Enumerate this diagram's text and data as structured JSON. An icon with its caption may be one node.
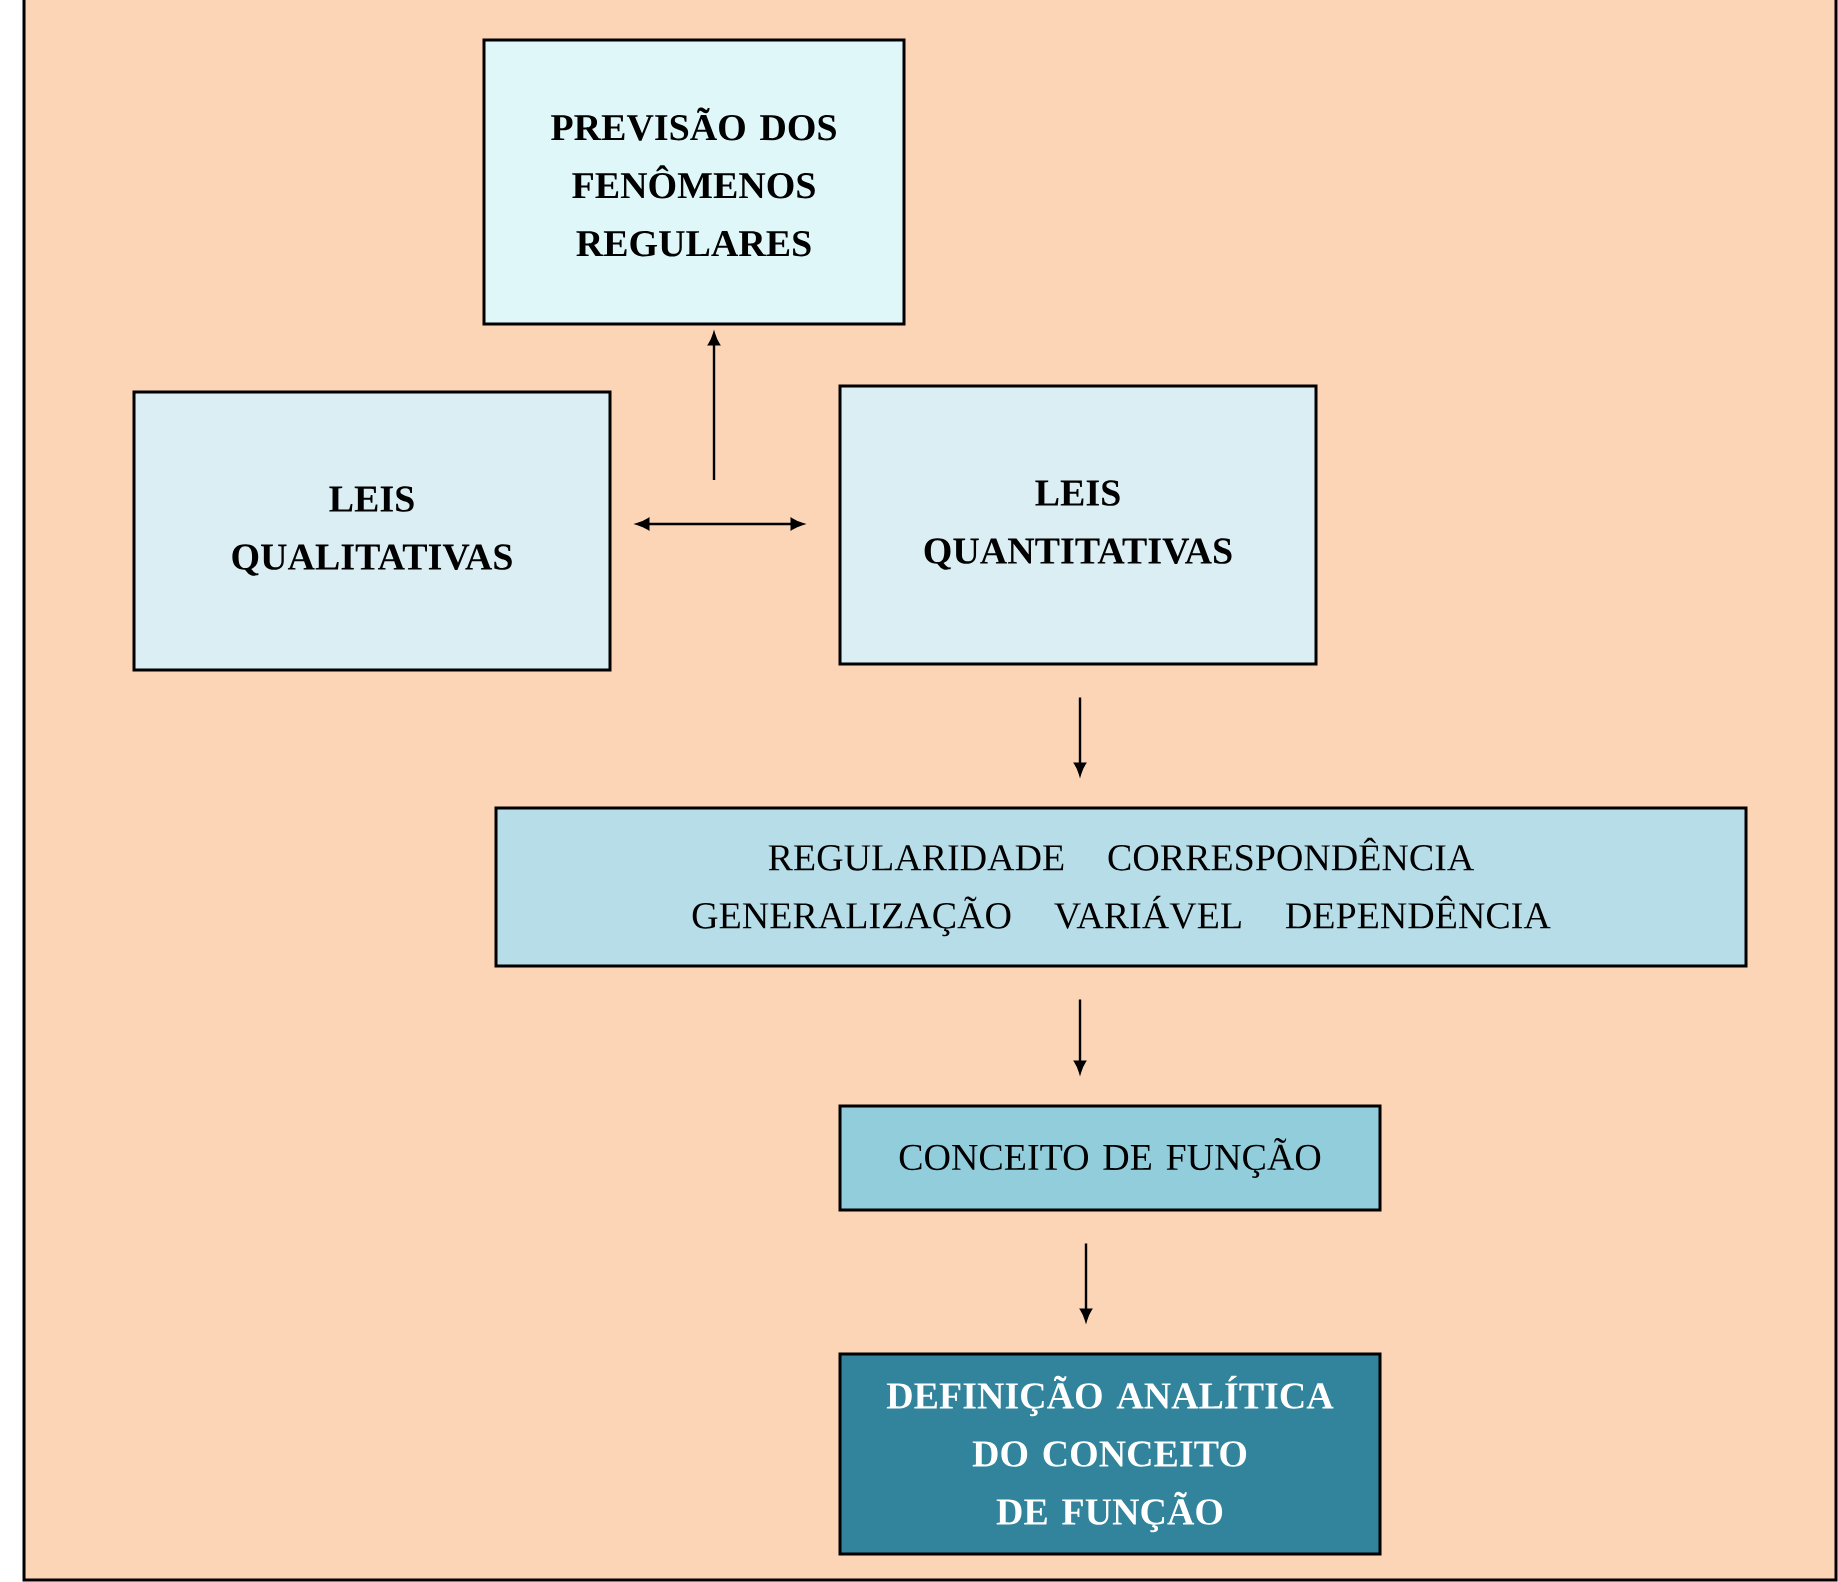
{
  "diagram": {
    "nodes": [
      {
        "text": [
          "PREVISÃO DOS FENÔMENOS REGULARES"
        ]
      },
      {
        "text": [
          "LEIS QUALITATIVAS"
        ]
      },
      {
        "text": [
          "LEIS QUANTITATIVAS"
        ]
      },
      {
        "text": [
          "REGULARIDADE CORRESPONDÊNCIA GENERALIZAÇÃO VARIÁVEL DEPENDÊNCIA"
        ]
      },
      {
        "text": [
          "CONCEITO DE FUNÇÃO"
        ]
      },
      {
        "text": [
          "DEFINIÇÃO ANALÍTICA DO CONCEITO DE FUNÇÃO"
        ]
      }
    ],
    "edges": [
      {
        "from": 1,
        "to": 2,
        "arrow": "both"
      },
      {
        "from": null,
        "to": 0,
        "arrow": "to"
      },
      {
        "from": 2,
        "to": 3,
        "arrow": "to"
      },
      {
        "from": 3,
        "to": 4,
        "arrow": "to"
      },
      {
        "from": 4,
        "to": 5,
        "arrow": "to"
      }
    ]
  }
}
